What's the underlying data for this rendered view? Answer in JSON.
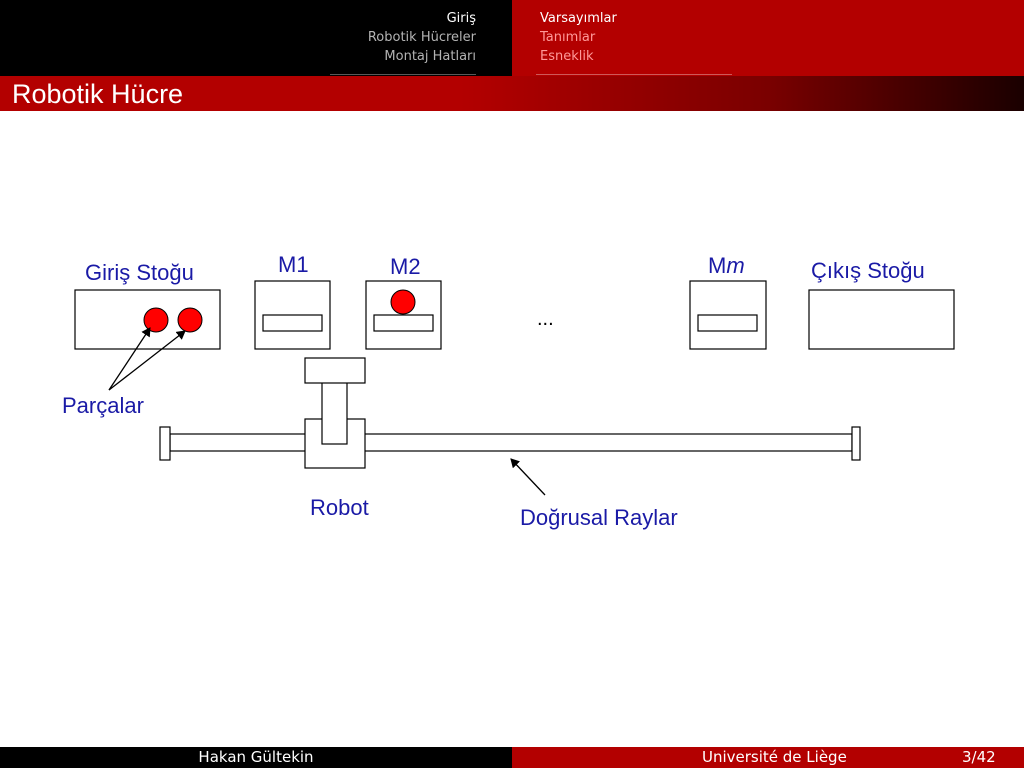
{
  "header": {
    "sections_left": [
      {
        "label": "Giriş",
        "active": true
      },
      {
        "label": "Robotik Hücreler",
        "active": false
      },
      {
        "label": "Montaj Hatları",
        "active": false
      }
    ],
    "subsections_right": [
      {
        "label": "Varsayımlar",
        "active": true
      },
      {
        "label": "Tanımlar",
        "active": false
      },
      {
        "label": "Esneklik",
        "active": false
      }
    ]
  },
  "slide": {
    "title": "Robotik Hücre"
  },
  "diagram": {
    "labels": {
      "input_buffer": "Giriş Stoğu",
      "m1": "M1",
      "m2": "M2",
      "mm_prefix": "M",
      "mm_suffix": "m",
      "ellipsis": "...",
      "output_buffer": "Çıkış Stoğu",
      "parts": "Parçalar",
      "robot": "Robot",
      "rails": "Doğrusal Raylar"
    }
  },
  "footer": {
    "author": "Hakan Gültekin",
    "institution": "Université de Liège",
    "page": "3/42"
  },
  "colors": {
    "accent_red": "#b30000",
    "label_blue": "#1a1aa6",
    "part_red": "#ff0000",
    "header_black": "#000000"
  }
}
